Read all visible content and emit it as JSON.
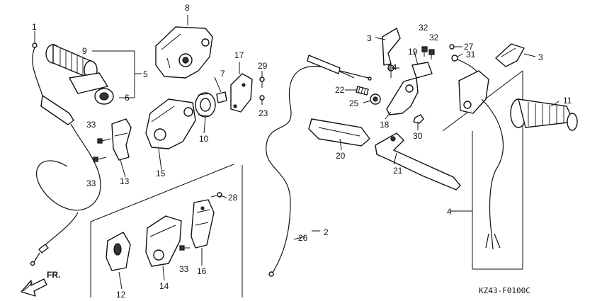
{
  "callouts": [
    "1",
    "2",
    "3",
    "3",
    "4",
    "5",
    "6",
    "7",
    "8",
    "9",
    "10",
    "11",
    "12",
    "13",
    "14",
    "15",
    "16",
    "17",
    "18",
    "19",
    "20",
    "21",
    "22",
    "23",
    "24",
    "25",
    "26",
    "27",
    "28",
    "29",
    "30",
    "31",
    "32",
    "32",
    "33",
    "33",
    "33"
  ],
  "direction_label": "FR.",
  "diagram_code": "KZ43-F0100C",
  "colors": {
    "ink": "#111111",
    "paper": "#ffffff"
  }
}
